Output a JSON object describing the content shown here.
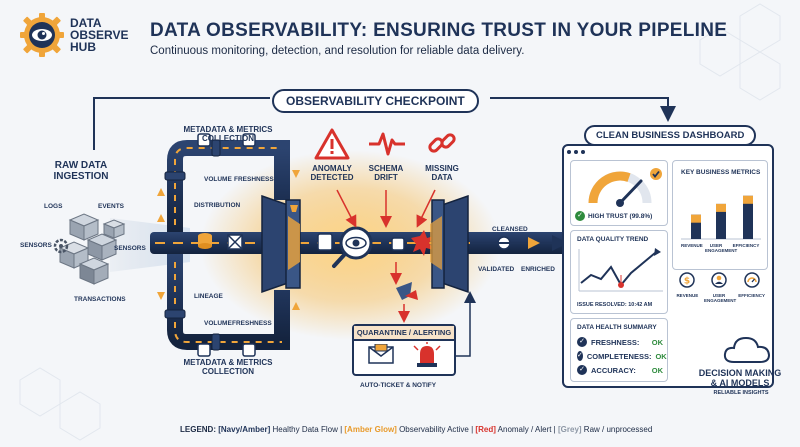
{
  "header": {
    "logo_line1": "DATA",
    "logo_line2": "OBSERVE",
    "logo_line3": "HUB",
    "title": "DATA OBSERVABILITY: ENSURING TRUST IN YOUR PIPELINE",
    "subtitle": "Continuous monitoring, detection, and resolution for reliable data delivery."
  },
  "checkpoint": {
    "label": "OBSERVABILITY CHECKPOINT"
  },
  "ingestion": {
    "title_line1": "RAW DATA",
    "title_line2": "INGESTION",
    "sources": [
      "LOGS",
      "EVENTS",
      "SENSORS",
      "SENSORS",
      "TRANSACTIONS"
    ]
  },
  "pipeline": {
    "top_label_line1": "METADATA & METRICS",
    "top_label_line2": "COLLECTION",
    "bottom_label_line1": "METADATA & METRICS",
    "bottom_label_line2": "COLLECTION",
    "volume_top": "VOLUME",
    "freshness_top": "FRESHNESS",
    "distribution": "DISTRIBUTION",
    "lineage": "LINEAGE",
    "volume_bottom": "VOLUME",
    "freshness_bottom": "FRESHNESS",
    "cleansed": "CLEANSED",
    "validated": "VALIDATED",
    "enriched": "ENRICHED"
  },
  "alerts": [
    {
      "line1": "ANOMALY",
      "line2": "DETECTED",
      "icon": "warning-triangle-icon"
    },
    {
      "line1": "SCHEMA",
      "line2": "DRIFT",
      "icon": "heartbeat-icon"
    },
    {
      "line1": "MISSING",
      "line2": "DATA",
      "icon": "broken-link-icon"
    }
  ],
  "quarantine": {
    "title": "QUARANTINE / ALERTING",
    "caption": "AUTO-TICKET & NOTIFY"
  },
  "dashboard": {
    "title": "CLEAN BUSINESS DASHBOARD",
    "trust_label": "HIGH TRUST (99.8%)",
    "trust_value": 0.998,
    "metrics_title": "KEY BUSINESS METRICS",
    "metrics_bars": [
      {
        "label": "REVENUE",
        "value": 0.45
      },
      {
        "label": "USER ENGAGEMENT",
        "value": 0.65
      },
      {
        "label": "EFFICIENCY",
        "value": 0.8
      }
    ],
    "metric_icons": [
      "REVENUE",
      "USER ENGAGEMENT",
      "EFFICIENCY"
    ],
    "trend_title": "DATA QUALITY TREND",
    "issue_resolved": "ISSUE RESOLVED: 10:42 AM",
    "health_title": "DATA HEALTH SUMMARY",
    "health_rows": [
      {
        "label": "FRESHNESS:",
        "status": "OK"
      },
      {
        "label": "COMPLETENESS:",
        "status": "OK"
      },
      {
        "label": "ACCURACY:",
        "status": "OK"
      }
    ]
  },
  "decision": {
    "line1": "DECISION MAKING",
    "line2": "& AI MODELS",
    "caption": "RELIABLE INSIGHTS"
  },
  "legend": {
    "prefix": "LEGEND:",
    "item1_key": "[Navy/Amber]",
    "item1_text": "Healthy Data Flow |",
    "item2_key": "[Amber Glow]",
    "item2_text": "Observability Active |",
    "item3_key": "[Red]",
    "item3_text": "Anomaly / Alert |",
    "item4_key": "[Grey]",
    "item4_text": "Raw / unprocessed"
  },
  "colors": {
    "navy": "#1f3358",
    "amber": "#f0a53a",
    "red": "#d8322c",
    "grey": "#8d97a5",
    "green": "#2e8b3d"
  }
}
